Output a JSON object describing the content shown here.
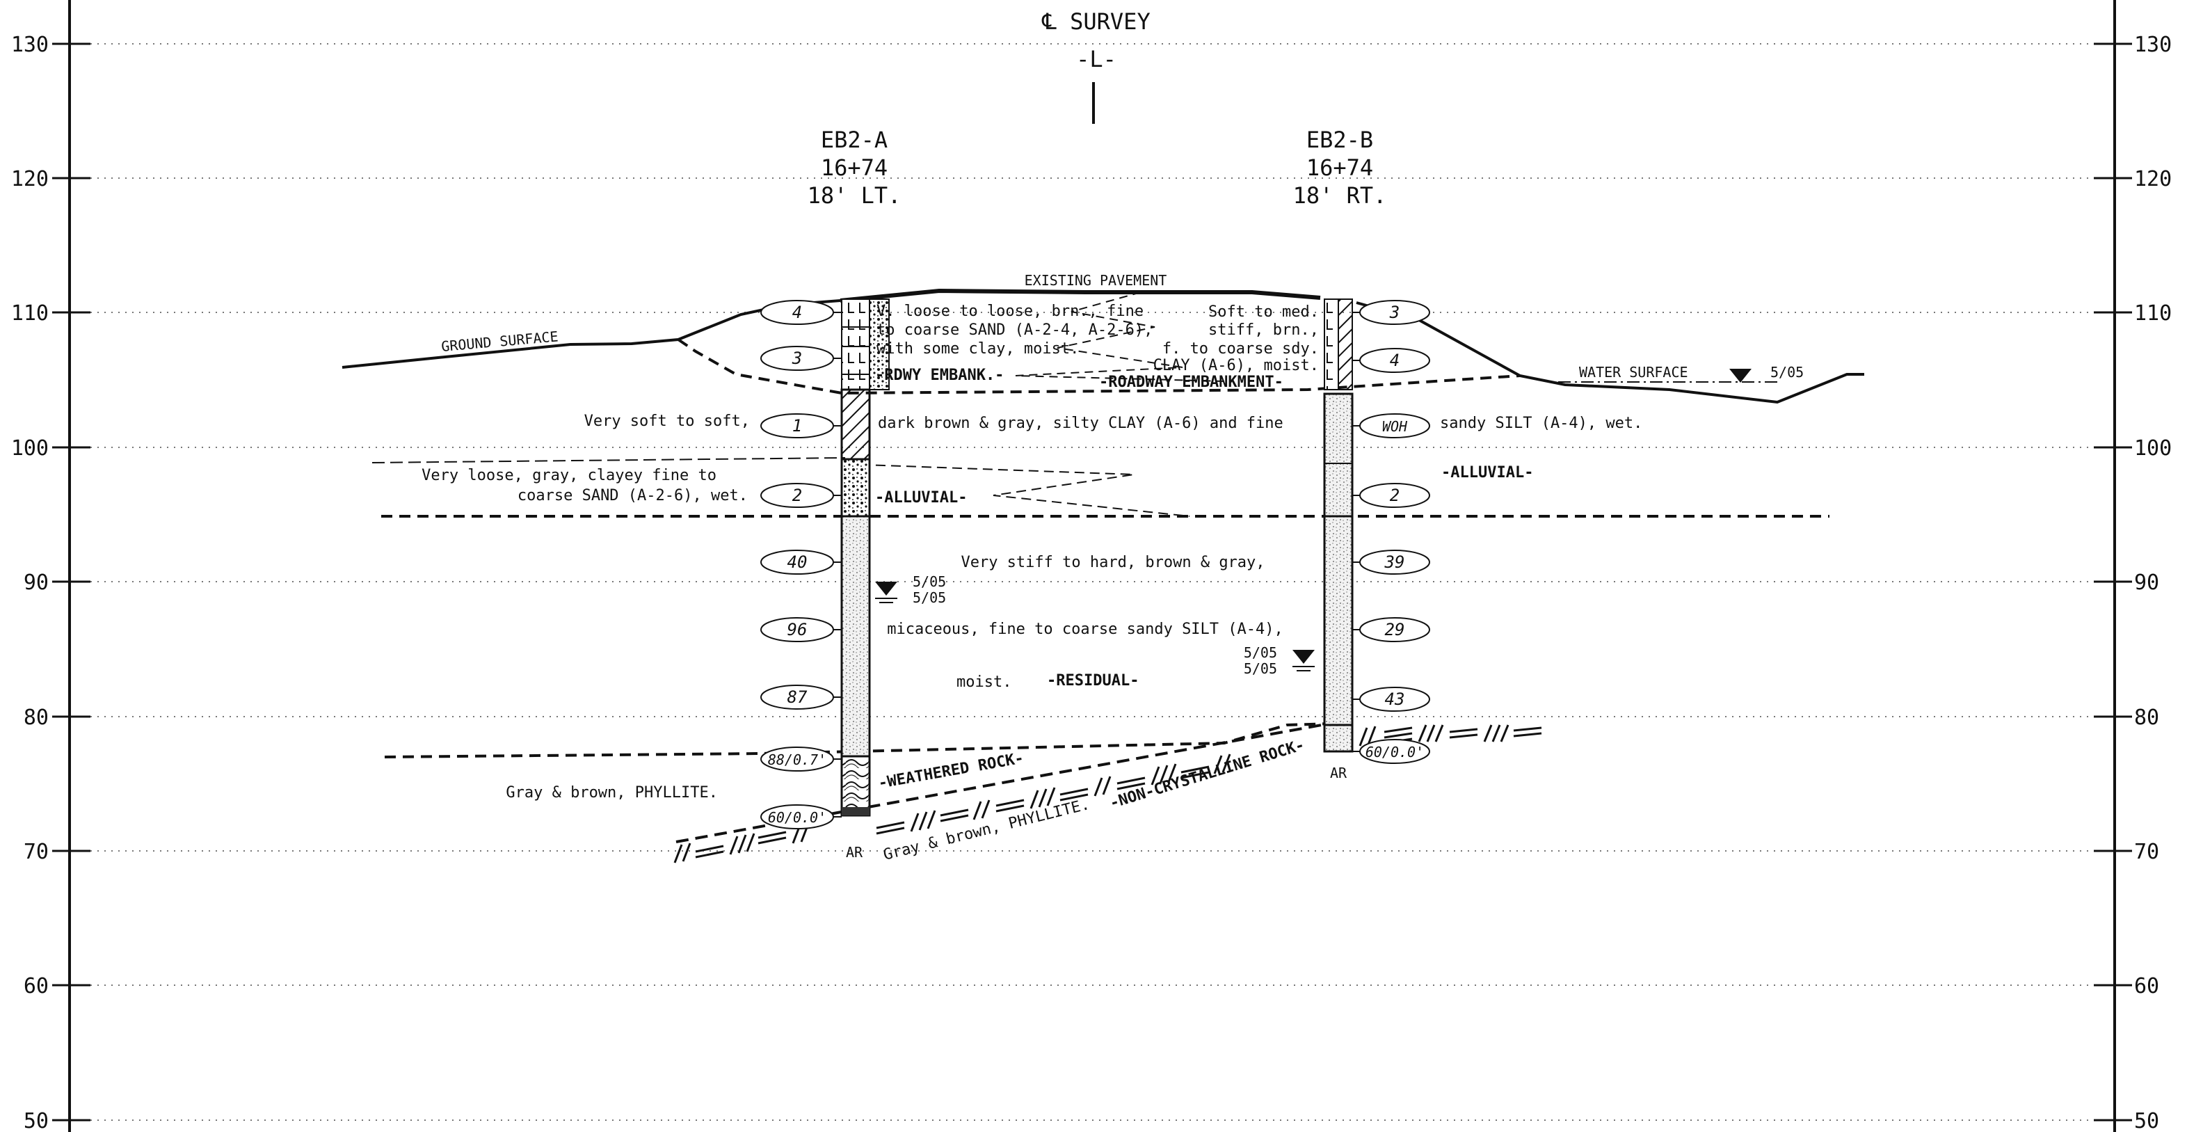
{
  "survey": {
    "title": "℄ SURVEY",
    "line": "-L-"
  },
  "elevation_labels": [
    "130",
    "120",
    "110",
    "100",
    "90",
    "80",
    "70",
    "60",
    "50"
  ],
  "borings": [
    {
      "id": "EB2-A",
      "station": "16+74",
      "offset": "18' LT.",
      "blow_counts": [
        "4",
        "3",
        "1",
        "2",
        "40",
        "96",
        "87",
        "88/0.7'",
        "60/0.0'"
      ],
      "water": [
        "5/05",
        "5/05"
      ],
      "refusal": "AR"
    },
    {
      "id": "EB2-B",
      "station": "16+74",
      "offset": "18' RT.",
      "blow_counts": [
        "3",
        "4",
        "WOH",
        "2",
        "39",
        "29",
        "43",
        "60/0.0'"
      ],
      "water": [
        "5/05",
        "5/05"
      ],
      "refusal": "AR"
    }
  ],
  "surface_labels": {
    "ground": "GROUND SURFACE",
    "pavement": "EXISTING PAVEMENT",
    "water": "WATER SURFACE",
    "water_date": "5/05"
  },
  "descriptions": {
    "embank_a": [
      "V. loose to loose, brn., fine",
      "to coarse SAND (A-2-4, A-2-6),",
      "with some clay, moist."
    ],
    "embank_b": [
      "Soft to med.",
      "stiff, brn.,",
      "f. to coarse sdy.",
      "CLAY (A-6), moist."
    ],
    "rdwy_embank": "-RDWY EMBANK.-",
    "roadway_embankment": "-ROADWAY EMBANKMENT-",
    "very_soft": "Very soft to soft,",
    "clay_line": "dark brown & gray, silty CLAY (A-6) and fine",
    "silt_line": "sandy SILT (A-4), wet.",
    "alluvial": "-ALLUVIAL-",
    "loose_sand": [
      "Very loose, gray, clayey fine to",
      "coarse SAND (A-2-6), wet."
    ],
    "residual_1": "Very stiff to hard, brown & gray,",
    "residual_2": "micaceous, fine to coarse sandy SILT (A-4),",
    "residual_3": "moist.",
    "residual": "-RESIDUAL-",
    "phyllite_a": "Gray & brown, PHYLLITE.",
    "weathered_rock": "-WEATHERED ROCK-",
    "non_crystalline_rock": "-NON-CRYSTALLINE ROCK-",
    "phyllite_b": "Gray & brown, PHYLLITE."
  }
}
